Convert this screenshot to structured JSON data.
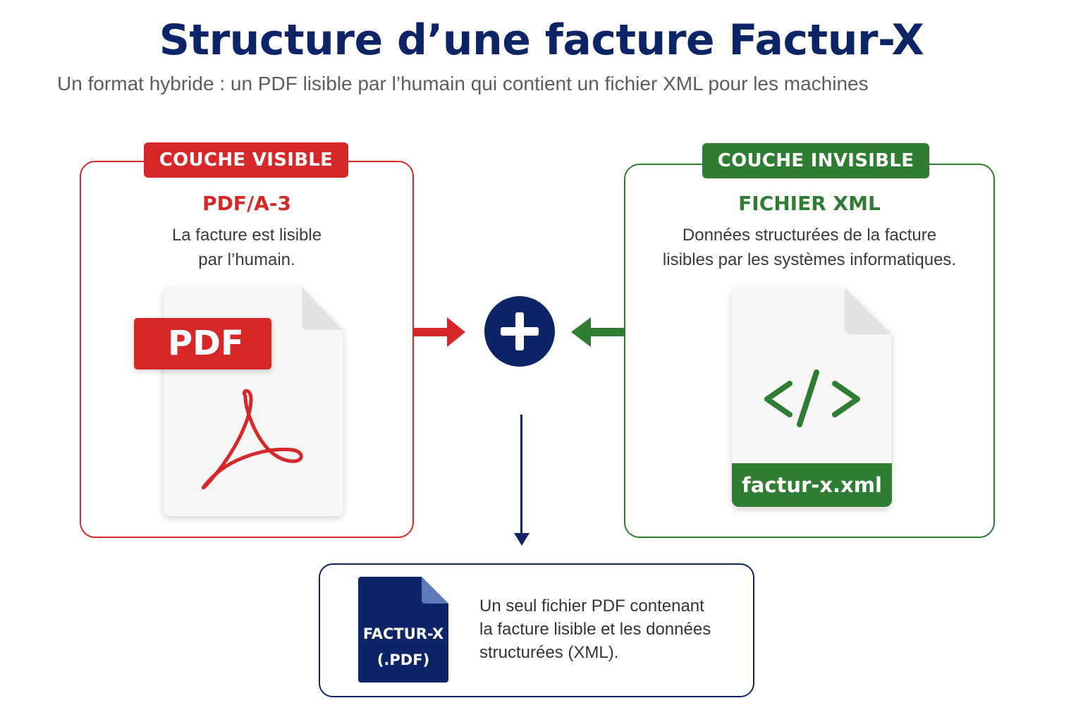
{
  "header": {
    "title": "Structure d’une facture Factur-X",
    "subtitle": "Un format hybride : un PDF lisible par l’humain qui contient un fichier XML pour les machines"
  },
  "visible_layer": {
    "tag": "COUCHE VISIBLE",
    "title": "PDF/A-3",
    "desc_line1": "La facture est lisible",
    "desc_line2": "par l’humain.",
    "badge": "PDF",
    "icon": "pdf-file-icon",
    "color": "#d62828"
  },
  "invisible_layer": {
    "tag": "COUCHE INVISIBLE",
    "title": "FICHIER XML",
    "desc_line1": "Données structurées de la facture",
    "desc_line2": "lisibles par les systèmes informatiques.",
    "filename": "factur-x.xml",
    "icon": "xml-code-icon",
    "color": "#2e7d32"
  },
  "result": {
    "label_line1": "FACTUR-X",
    "label_line2": "(.PDF)",
    "desc_line1": "Un seul fichier PDF contenant",
    "desc_line2": "la facture lisible et les données",
    "desc_line3": "structurées (XML).",
    "color": "#0d2466"
  },
  "combine_icon": "plus-icon"
}
